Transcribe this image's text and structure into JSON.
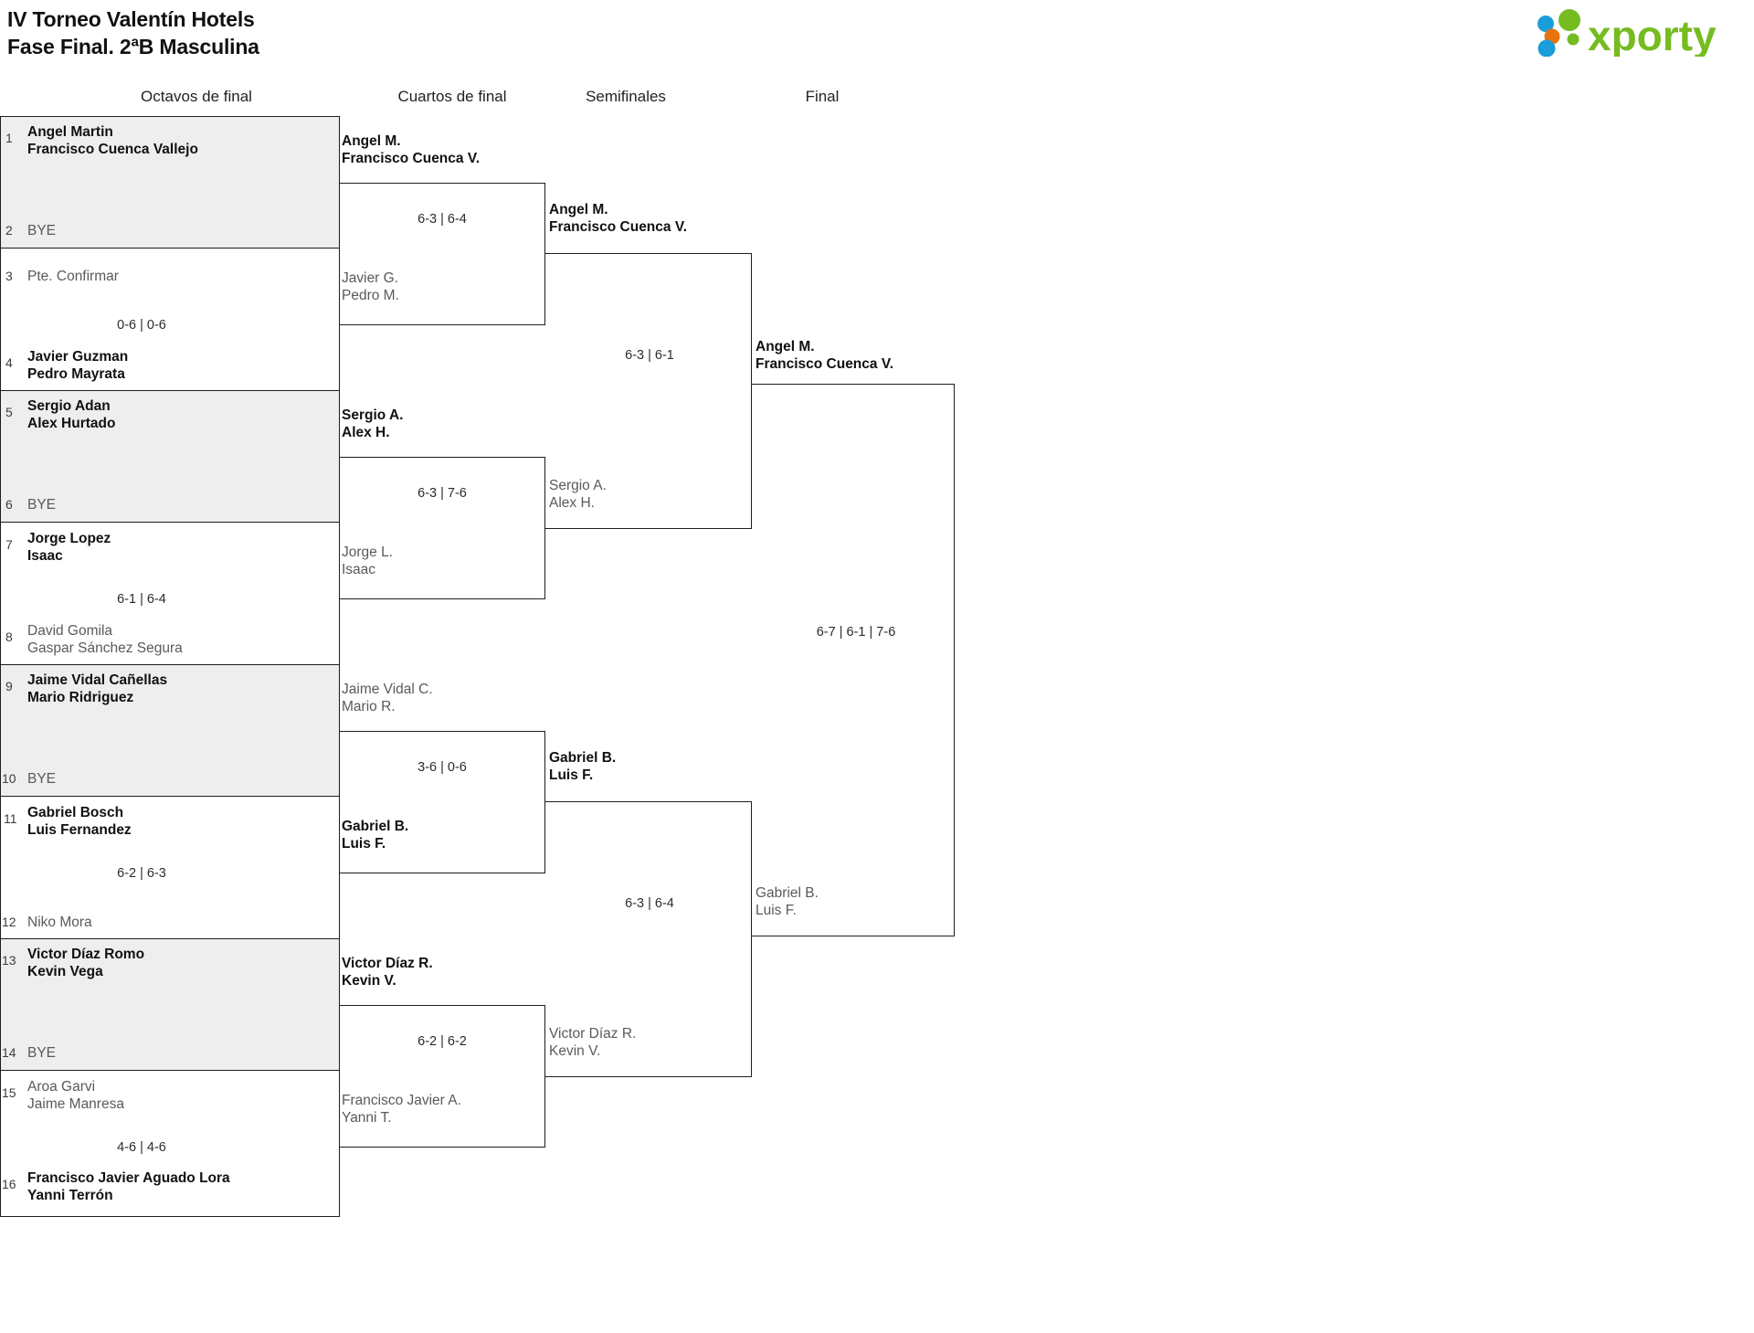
{
  "header": {
    "title_line1": "IV Torneo Valentín Hotels",
    "title_line2": "Fase Final. 2ªB Masculina",
    "logo_text": "xporty",
    "logo_colors": {
      "green": "#76bc21",
      "blue": "#1b9dd9",
      "orange": "#e8730c"
    }
  },
  "rounds": [
    {
      "label": "Octavos de final"
    },
    {
      "label": "Cuartos de final"
    },
    {
      "label": "Semifinales"
    },
    {
      "label": "Final"
    }
  ],
  "octavos": {
    "entries": [
      {
        "seed": "1",
        "line1": "Angel Martin",
        "line2": "Francisco Cuenca Vallejo",
        "status": "win"
      },
      {
        "seed": "2",
        "line1": "BYE",
        "line2": "",
        "status": "lose"
      },
      {
        "seed": "3",
        "line1": "Pte. Confirmar",
        "line2": "",
        "status": "lose"
      },
      {
        "seed": "4",
        "line1": "Javier Guzman",
        "line2": "Pedro Mayrata",
        "status": "win"
      },
      {
        "seed": "5",
        "line1": "Sergio Adan",
        "line2": "Alex Hurtado",
        "status": "win"
      },
      {
        "seed": "6",
        "line1": "BYE",
        "line2": "",
        "status": "lose"
      },
      {
        "seed": "7",
        "line1": "Jorge Lopez",
        "line2": "Isaac",
        "status": "win"
      },
      {
        "seed": "8",
        "line1": "David Gomila",
        "line2": "Gaspar Sánchez Segura",
        "status": "lose"
      },
      {
        "seed": "9",
        "line1": "Jaime Vidal Cañellas",
        "line2": "Mario Ridriguez",
        "status": "win"
      },
      {
        "seed": "10",
        "line1": "BYE",
        "line2": "",
        "status": "lose"
      },
      {
        "seed": "11",
        "line1": "Gabriel Bosch",
        "line2": "Luis Fernandez",
        "status": "win"
      },
      {
        "seed": "12",
        "line1": "Niko Mora",
        "line2": "",
        "status": "lose"
      },
      {
        "seed": "13",
        "line1": "Victor Díaz Romo",
        "line2": "Kevin Vega",
        "status": "win"
      },
      {
        "seed": "14",
        "line1": "BYE",
        "line2": "",
        "status": "lose"
      },
      {
        "seed": "15",
        "line1": "Aroa Garvi",
        "line2": "Jaime Manresa",
        "status": "lose"
      },
      {
        "seed": "16",
        "line1": "Francisco Javier Aguado Lora",
        "line2": "Yanni Terrón",
        "status": "win"
      }
    ],
    "scores": [
      "0-6 | 0-6",
      "6-1 | 6-4",
      "6-2 | 6-3",
      "4-6 | 4-6"
    ]
  },
  "cuartos": {
    "entries": [
      {
        "line1": "Angel M.",
        "line2": "Francisco Cuenca V.",
        "status": "win"
      },
      {
        "line1": "Javier G.",
        "line2": "Pedro M.",
        "status": "lose"
      },
      {
        "line1": "Sergio A.",
        "line2": "Alex H.",
        "status": "win"
      },
      {
        "line1": "Jorge L.",
        "line2": "Isaac",
        "status": "lose"
      },
      {
        "line1": "Jaime Vidal C.",
        "line2": "Mario R.",
        "status": "lose"
      },
      {
        "line1": "Gabriel B.",
        "line2": "Luis F.",
        "status": "win"
      },
      {
        "line1": "Victor Díaz R.",
        "line2": "Kevin V.",
        "status": "win"
      },
      {
        "line1": "Francisco Javier A.",
        "line2": "Yanni T.",
        "status": "lose"
      }
    ],
    "scores": [
      "6-3 | 6-4",
      "6-3 | 7-6",
      "3-6 | 0-6",
      "6-2 | 6-2"
    ]
  },
  "semifinales": {
    "entries": [
      {
        "line1": "Angel M.",
        "line2": "Francisco Cuenca V.",
        "status": "win"
      },
      {
        "line1": "Sergio A.",
        "line2": "Alex H.",
        "status": "lose"
      },
      {
        "line1": "Gabriel B.",
        "line2": "Luis F.",
        "status": "win"
      },
      {
        "line1": "Victor Díaz R.",
        "line2": "Kevin V.",
        "status": "lose"
      }
    ],
    "scores": [
      "6-3 | 6-1",
      "6-3 | 6-4"
    ]
  },
  "final": {
    "entries": [
      {
        "line1": "Angel M.",
        "line2": "Francisco Cuenca V.",
        "status": "win"
      },
      {
        "line1": "Gabriel B.",
        "line2": "Luis F.",
        "status": "lose"
      }
    ],
    "scores": [
      "6-7 | 6-1 | 7-6"
    ]
  }
}
